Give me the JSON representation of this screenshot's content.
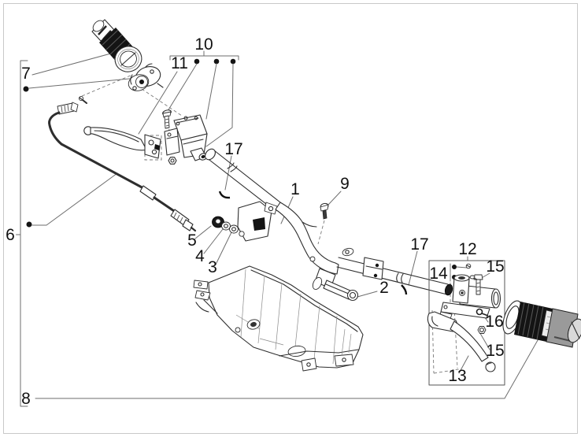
{
  "figure": {
    "type": "exploded-parts-diagram",
    "callouts": {
      "c1": "1",
      "c2": "2",
      "c3": "3",
      "c4": "4",
      "c5": "5",
      "c6": "6",
      "c7": "7",
      "c8": "8",
      "c9": "9",
      "c10": "10",
      "c11": "11",
      "c12": "12",
      "c13": "13",
      "c14": "14",
      "c15": "15",
      "c16": "16",
      "c17": "17"
    }
  },
  "colors": {
    "bg": "#ffffff",
    "line": "#2e2e2e",
    "leader": "#6e6e6e",
    "dark": "#141414",
    "frame": "#c9c9c9"
  }
}
